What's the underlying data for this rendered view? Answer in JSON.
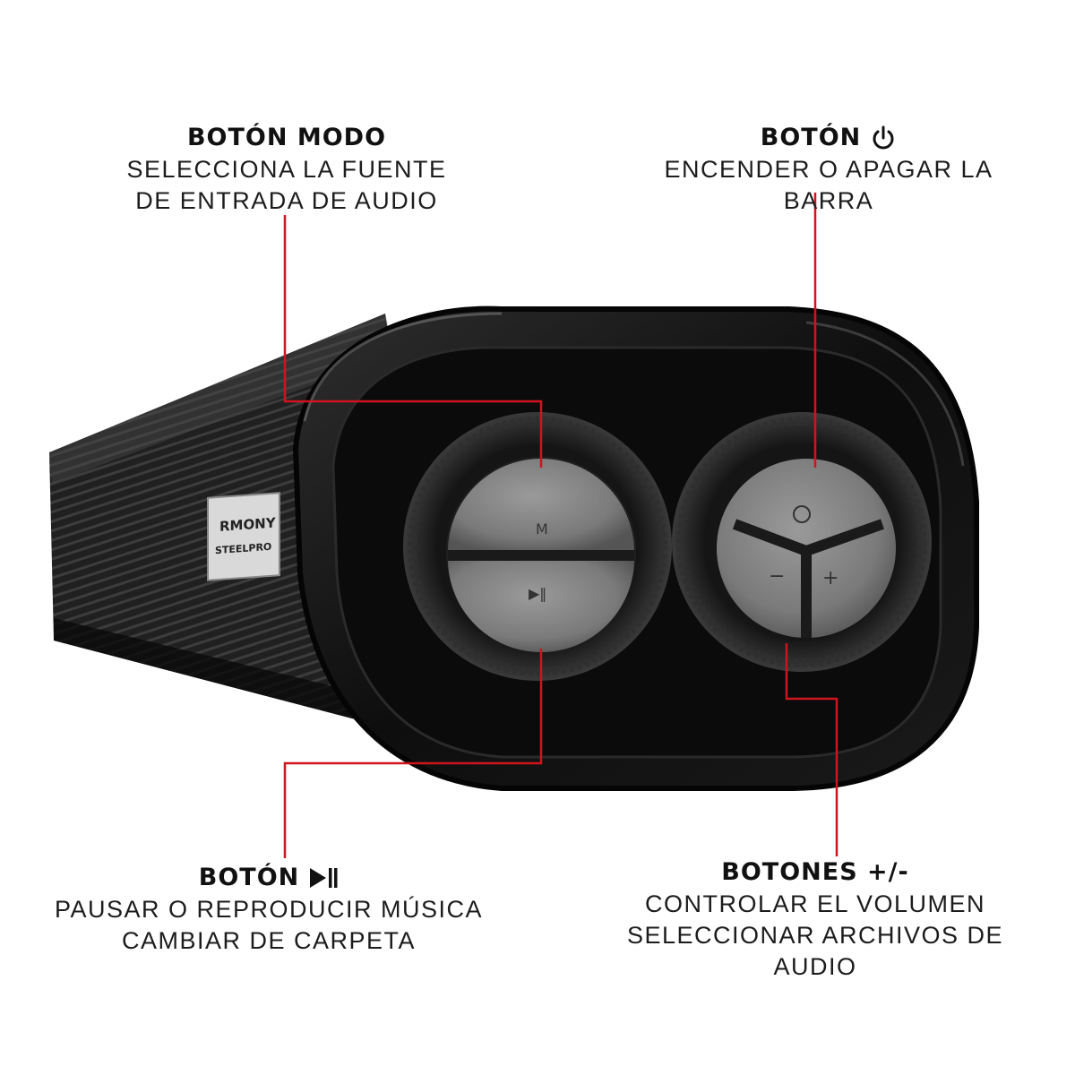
{
  "callouts": {
    "mode": {
      "title": "BOTÓN MODO",
      "lines": [
        "SELECCIONA LA FUENTE",
        "DE ENTRADA DE AUDIO"
      ]
    },
    "power": {
      "title": "BOTÓN",
      "icon": "power-icon",
      "lines": [
        "ENCENDER O APAGAR LA BARRA"
      ]
    },
    "play": {
      "title": "BOTÓN",
      "icon": "play-pause-icon",
      "lines": [
        "PAUSAR O REPRODUCIR MÚSICA",
        "CAMBIAR DE CARPETA"
      ]
    },
    "volume": {
      "title": "BOTONES +/-",
      "lines": [
        "CONTROLAR EL VOLUMEN",
        "SELECCIONAR ARCHIVOS DE AUDIO"
      ]
    }
  },
  "product": {
    "brand_logo_lines": [
      "RMONY",
      "STEELPRO"
    ]
  },
  "colors": {
    "leader_line": "#d0141e",
    "background": "#ffffff",
    "speaker_body": "#1a1a1a",
    "button_face": "#7a7a7a"
  }
}
